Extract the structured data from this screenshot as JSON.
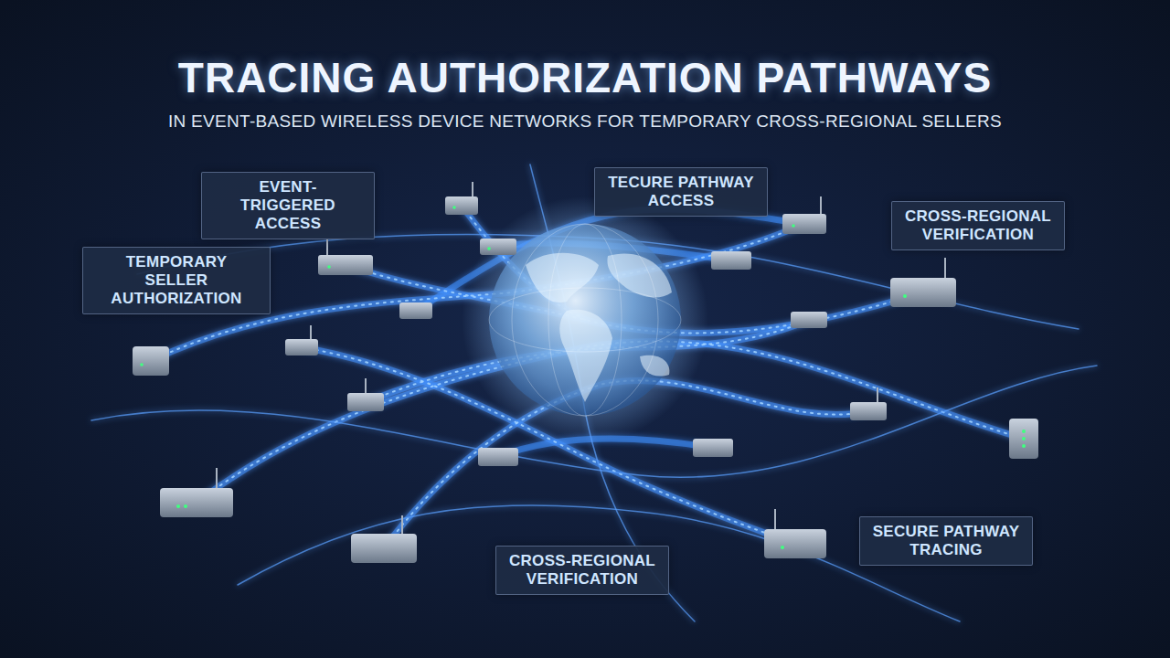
{
  "diagram": {
    "title": "TRACING AUTHORIZATION PATHWAYS",
    "nodes": [
      {
        "text": [
          "EVENT-TRIGGERED ACCESS"
        ]
      },
      {
        "text": [
          "TECURE PATHWAY ACCESS"
        ]
      },
      {
        "text": [
          "CROSS-REGIONAL VERIFICATION"
        ]
      },
      {
        "text": [
          "TEMPORARY SELLER AUTHORIZATION"
        ]
      },
      {
        "text": [
          "SECURE PATHWAY TRACING"
        ]
      },
      {
        "text": [
          "CROSS-REGIONAL VERIFICATION"
        ]
      }
    ],
    "labels": [
      "IN EVENT-BASED WIRELESS DEVICE NETWORKS FOR TEMPORARY CROSS-REGIONAL SELLERS"
    ]
  }
}
